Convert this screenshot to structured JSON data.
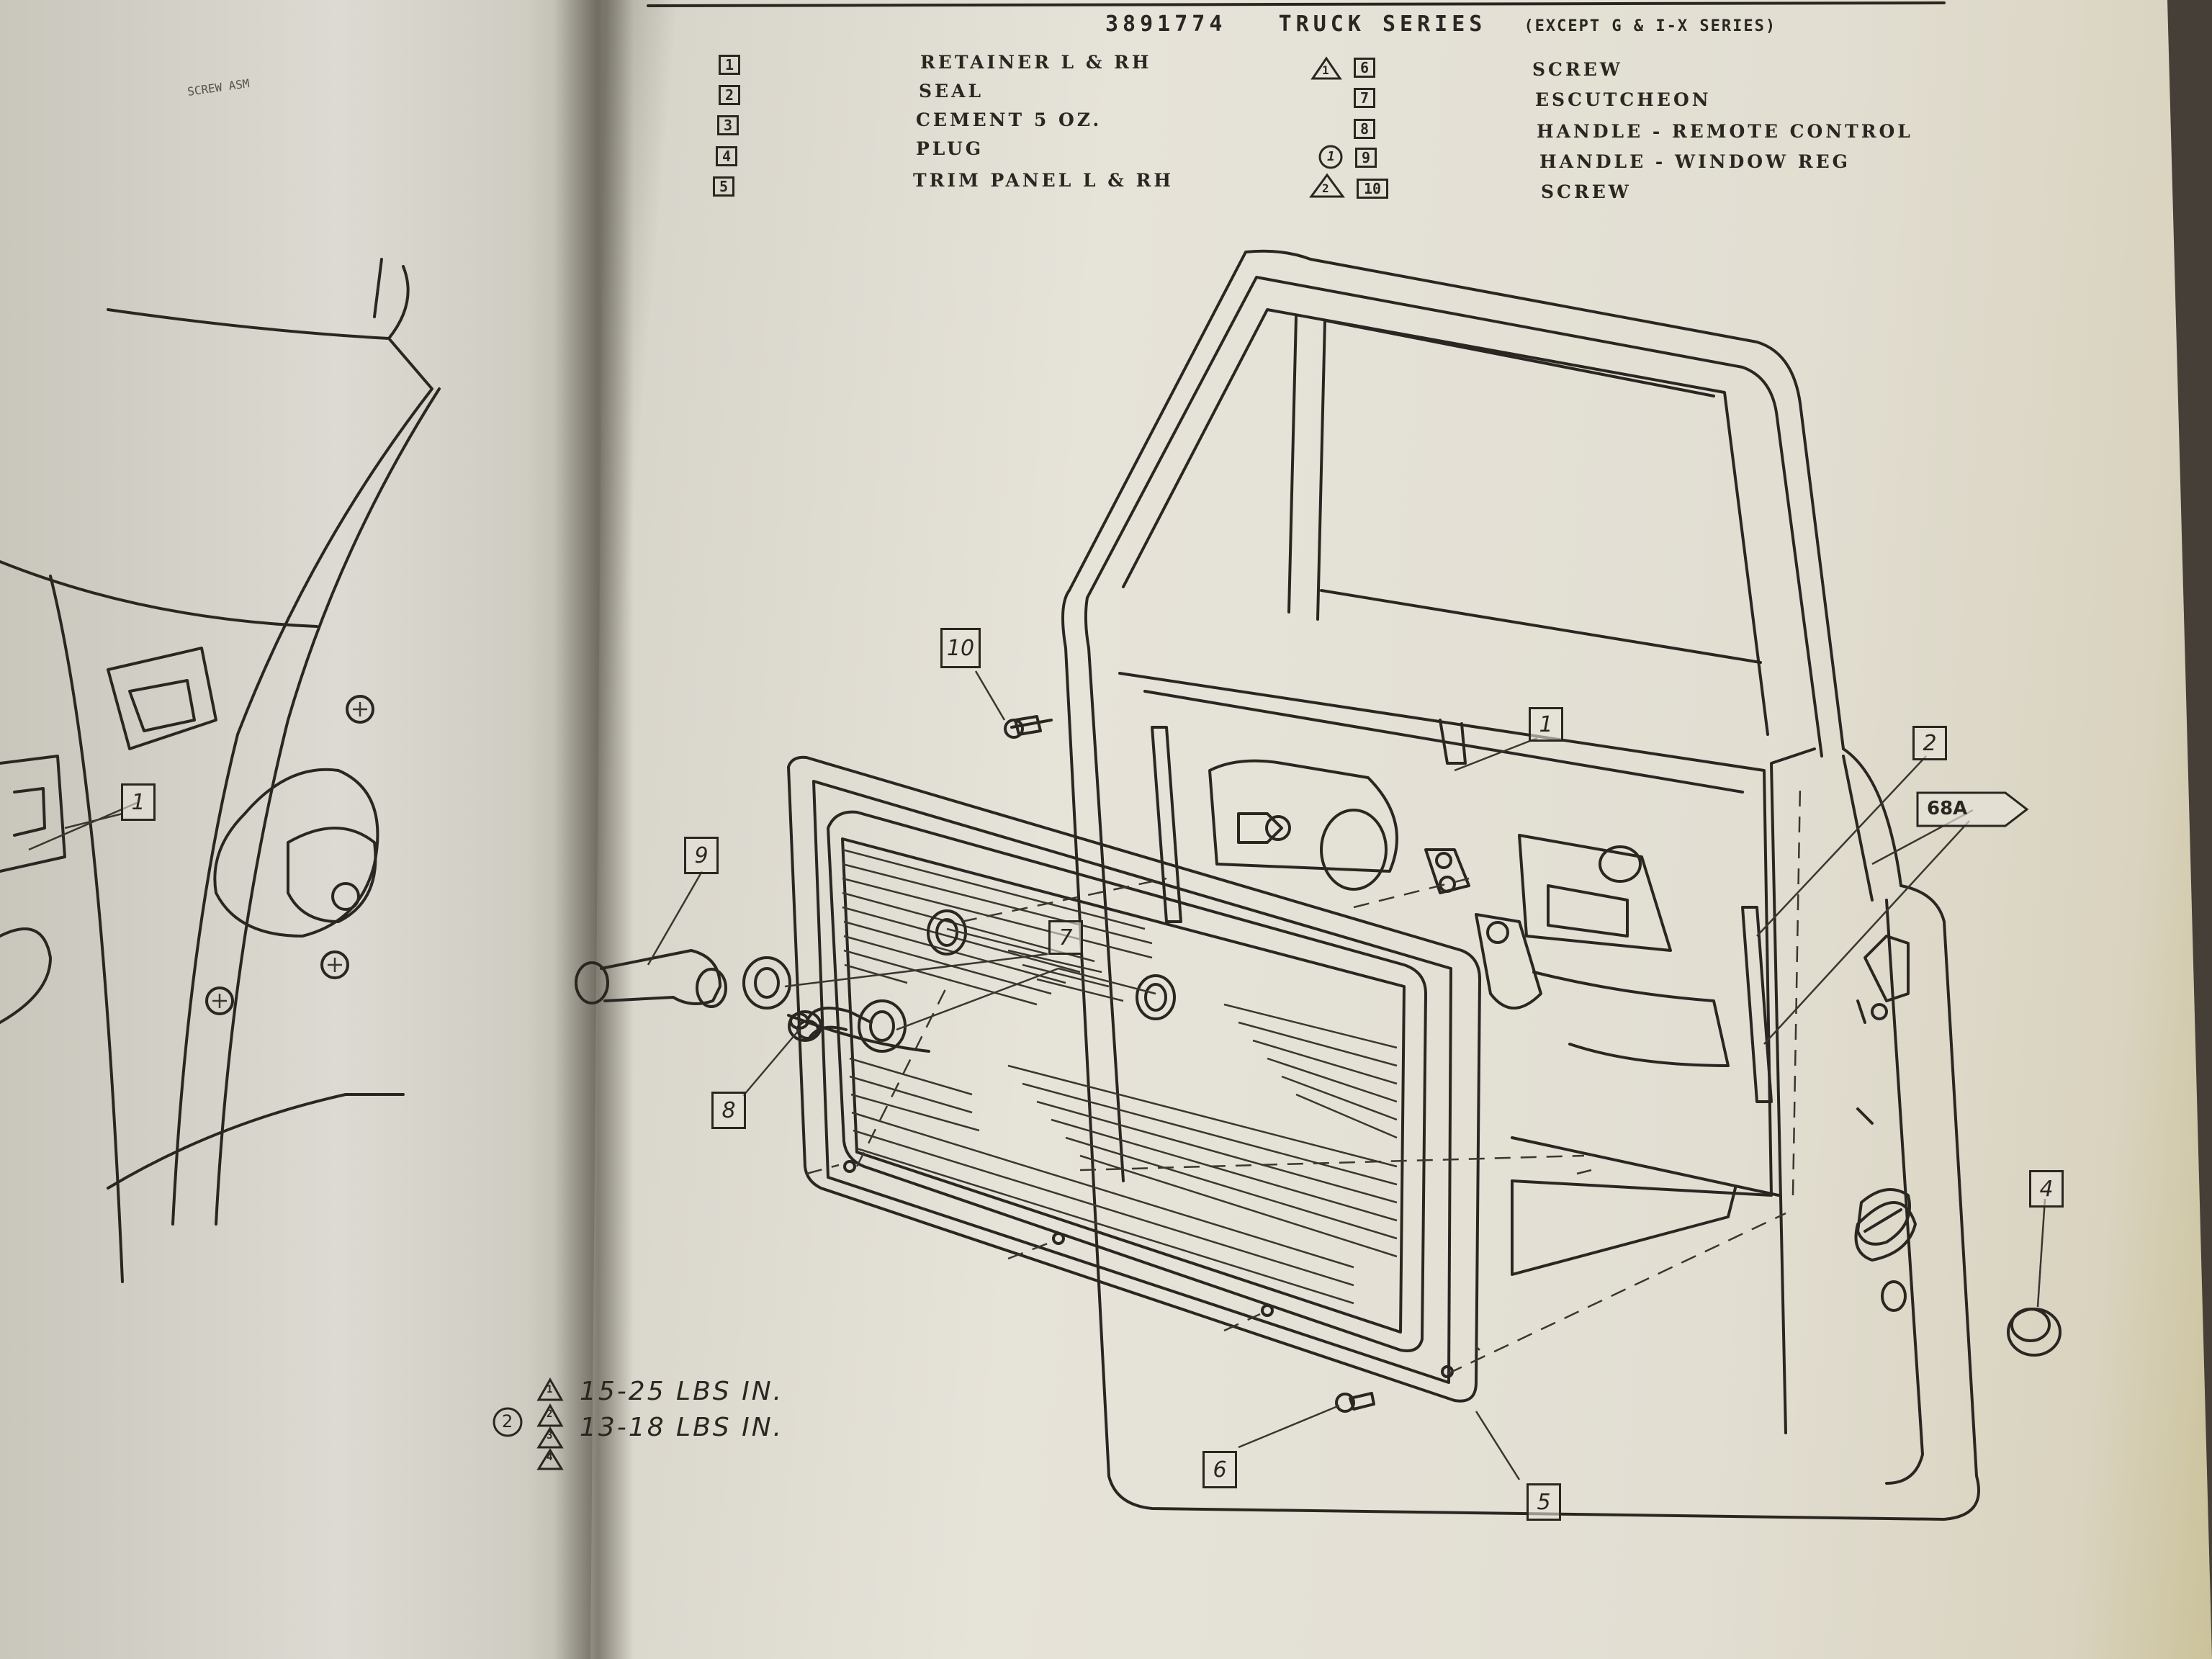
{
  "header": {
    "part_number": "3891774",
    "series": "TRUCK SERIES",
    "exception": "(EXCEPT G & I-X SERIES)"
  },
  "legend": [
    {
      "num": "1",
      "name": "RETAINER L & RH",
      "symbol": ""
    },
    {
      "num": "2",
      "name": "SEAL",
      "symbol": ""
    },
    {
      "num": "3",
      "name": "CEMENT 5 OZ.",
      "symbol": ""
    },
    {
      "num": "4",
      "name": "PLUG",
      "symbol": ""
    },
    {
      "num": "5",
      "name": "TRIM PANEL L & RH",
      "symbol": ""
    },
    {
      "num": "6",
      "name": "SCREW",
      "symbol": "triangle-1"
    },
    {
      "num": "7",
      "name": "ESCUTCHEON",
      "symbol": ""
    },
    {
      "num": "8",
      "name": "HANDLE - REMOTE CONTROL",
      "symbol": ""
    },
    {
      "num": "9",
      "name": "HANDLE - WINDOW REG",
      "symbol": "circle-1"
    },
    {
      "num": "10",
      "name": "SCREW",
      "symbol": "triangle-2"
    }
  ],
  "callouts": {
    "c1": "1",
    "c2": "2",
    "c4": "4",
    "c5": "5",
    "c6": "6",
    "c7": "7",
    "c8": "8",
    "c9": "9",
    "c10": "10",
    "ref": "68A",
    "left_c1": "1"
  },
  "torque_notes": {
    "line1": "15-25 LBS IN.",
    "line2": "13-18 LBS IN.",
    "marker1": "1",
    "marker2": "2",
    "circle2": "2",
    "marker3": "3",
    "marker4": "4"
  },
  "left_page": {
    "note": "SCREW ASM"
  },
  "colors": {
    "ink": "#2a2722",
    "paper": "#e6e3d9",
    "background": "#463f38"
  }
}
